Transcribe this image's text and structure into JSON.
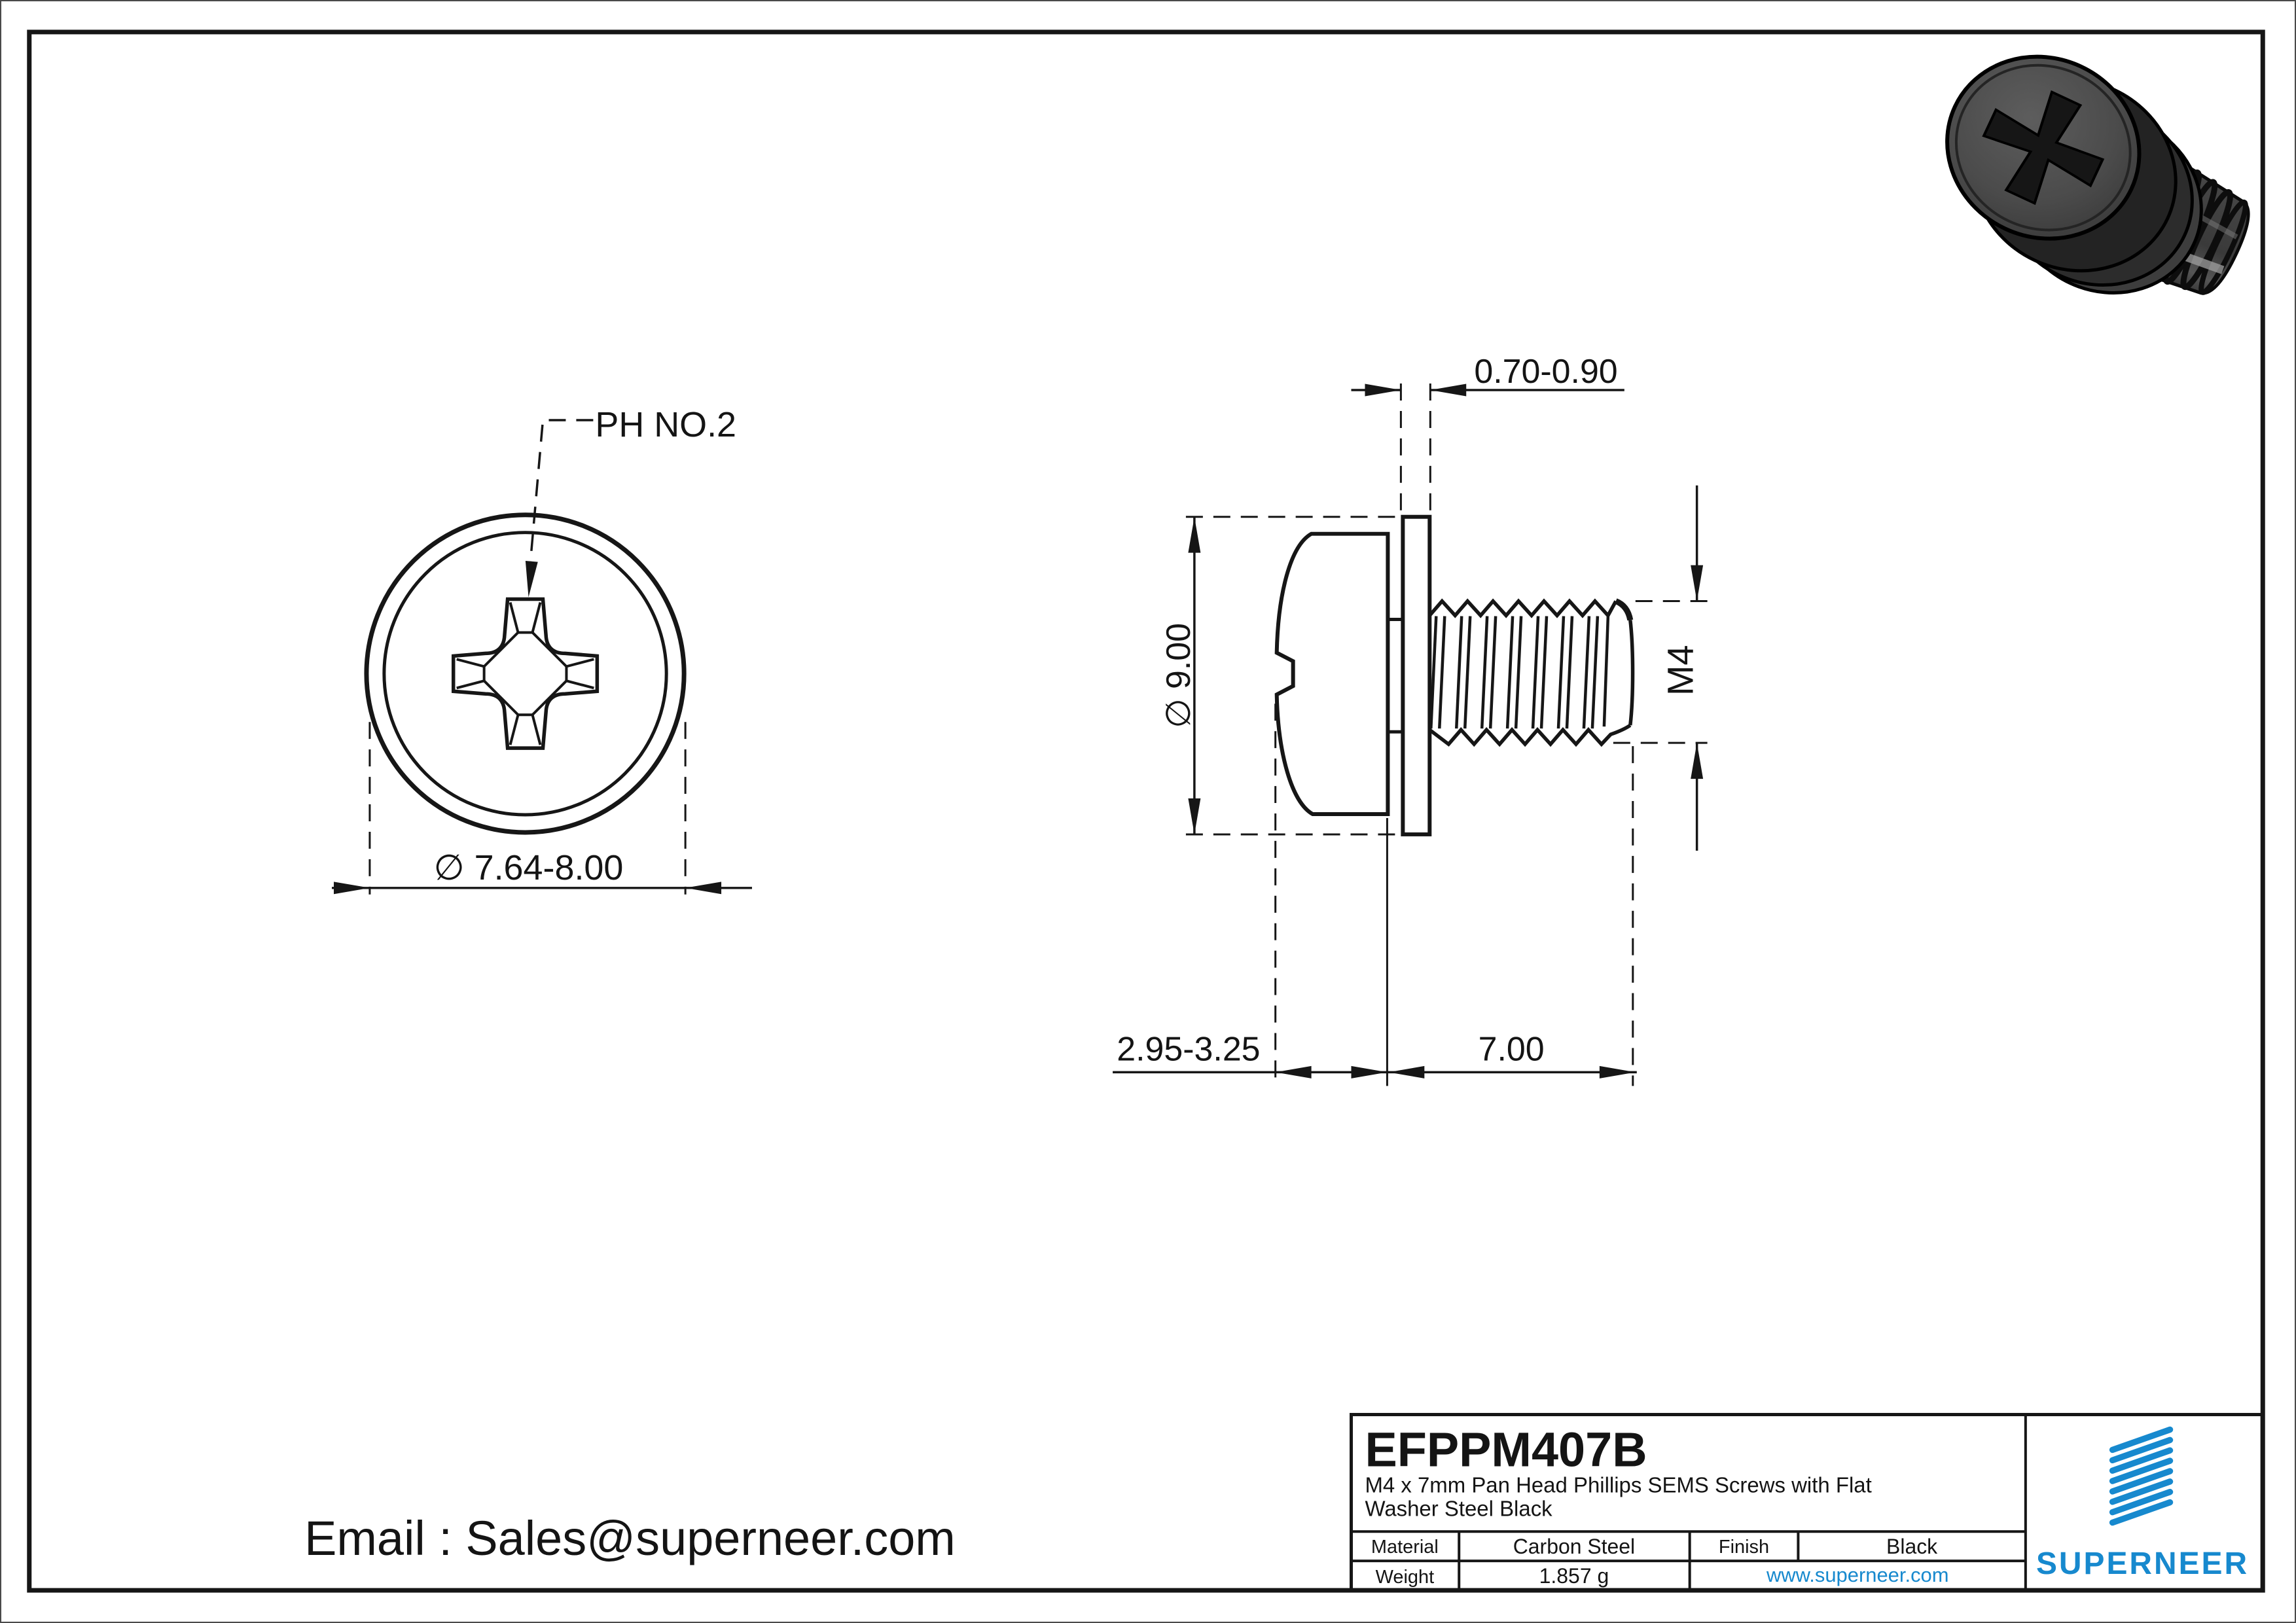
{
  "drawing": {
    "frame_color": "#161616",
    "accent_blue": "#1789CE"
  },
  "front_view": {
    "drive_label": "PH NO.2",
    "head_diameter": "∅ 7.64-8.00"
  },
  "side_view": {
    "washer_thickness": "0.70-0.90",
    "washer_diameter": "∅ 9.00",
    "thread_size": "M4",
    "head_height": "2.95-3.25",
    "thread_length": "7.00"
  },
  "contact": {
    "email_line": "Email : Sales@superneer.com"
  },
  "title_block": {
    "part_number": "EFPPM407B",
    "description_line1": "M4 x 7mm Pan Head Phillips SEMS Screws with  Flat",
    "description_line2": "Washer Steel Black",
    "material_label": "Material",
    "material_value": "Carbon Steel",
    "finish_label": "Finish",
    "finish_value": "Black",
    "weight_label": "Weight",
    "weight_value": "1.857 g",
    "website": "www.superneer.com",
    "brand": "SUPERNEER"
  }
}
